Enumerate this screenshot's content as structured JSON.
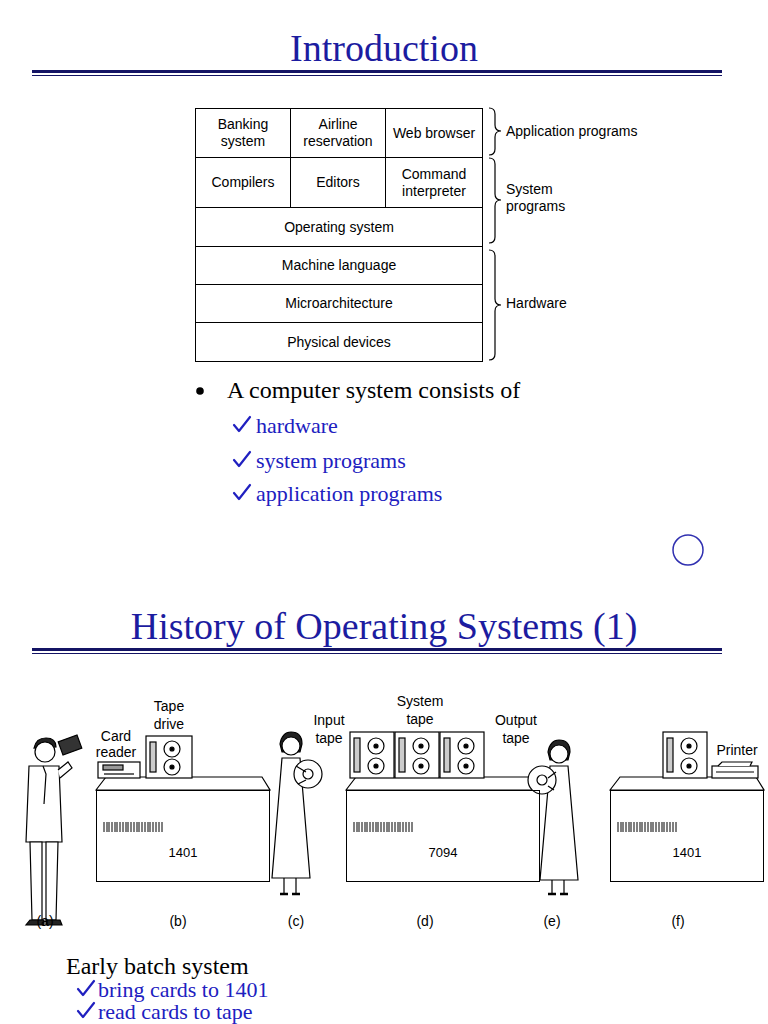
{
  "diagram": {
    "title": "Introduction",
    "nodes": [
      {
        "text": [
          "Banking system"
        ]
      },
      {
        "text": [
          "Airline reservation"
        ]
      },
      {
        "text": [
          "Web browser"
        ]
      },
      {
        "text": [
          "Compilers"
        ]
      },
      {
        "text": [
          "Editors"
        ]
      },
      {
        "text": [
          "Command interpreter"
        ]
      },
      {
        "text": [
          "Operating system"
        ]
      },
      {
        "text": [
          "Machine language"
        ]
      },
      {
        "text": [
          "Microarchitecture"
        ]
      },
      {
        "text": [
          "Physical devices"
        ]
      },
      {
        "text": [
          "1401"
        ]
      },
      {
        "text": [
          "7094"
        ]
      },
      {
        "text": [
          "1401"
        ]
      }
    ],
    "labels": [
      "Application programs",
      "System programs",
      "Hardware",
      "A computer system consists of",
      "hardware",
      "system programs",
      "application programs",
      "History of Operating Systems (1)",
      "Card reader",
      "Tape drive",
      "Input tape",
      "System tape",
      "Output tape",
      "Printer",
      "(a)",
      "(b)",
      "(c)",
      "(d)",
      "(e)",
      "(f)",
      "Early batch system",
      "bring cards to 1401",
      "read cards to tape"
    ]
  }
}
